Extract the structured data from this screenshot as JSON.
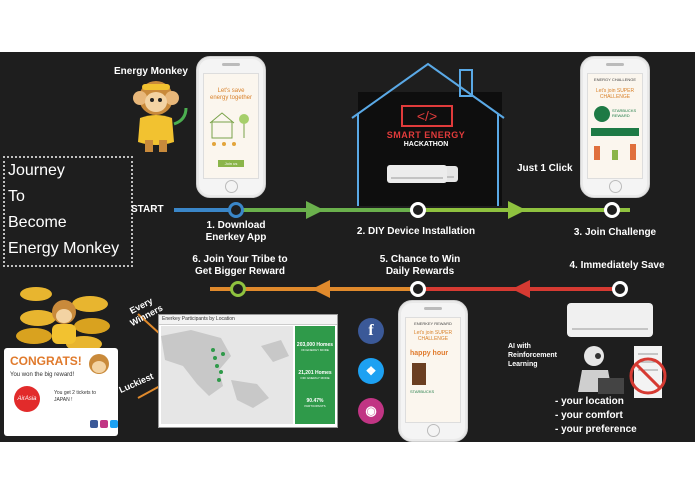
{
  "title": "Energy Monkey",
  "journey": [
    "Journey",
    "To",
    "Become",
    "Energy Monkey"
  ],
  "start_label": "START",
  "steps": [
    {
      "label": "1. Download\nEnerkey App"
    },
    {
      "label": "2. DIY Device Installation"
    },
    {
      "label": "3. Join Challenge"
    },
    {
      "label": "4. Immediately Save"
    },
    {
      "label": "5. Chance to Win\nDaily Rewards"
    },
    {
      "label": "6. Join Your Tribe to\nGet Bigger Reward"
    }
  ],
  "just_one_click": "Just 1 Click",
  "every_winners": "Every\nWinners",
  "luckiest": "Luckiest",
  "hackathon": {
    "line1": "SMART ENERGY",
    "line2": "HACKATHON"
  },
  "ai_label": "AI with\nReinforcement\nLearning",
  "preferences": [
    "- your location",
    "- your comfort",
    "- your preference"
  ],
  "phone1": {
    "headline": "Let's save energy together",
    "button": "Join us"
  },
  "phone2": {
    "header": "ENERGY CHALLENGE",
    "headline": "Let's join SUPER CHALLENGE",
    "brand": "STARBUCKS REWARD"
  },
  "phone3": {
    "header": "ENERKEY REWARD",
    "headline": "Let's join SUPER CHALLENGE",
    "happy": "happy hour",
    "brand": "STARBUCKS"
  },
  "dashboard": {
    "title": "Enerkey Participants by Location",
    "stats": [
      {
        "value": "203,000 Homes",
        "desc": "ON ENERGY MODE"
      },
      {
        "value": "21,201 Homes",
        "desc": "OFF ENERGY MODE"
      },
      {
        "value": "90.47%",
        "desc": "PARTICIPANTS"
      }
    ]
  },
  "reward_card": {
    "congrats": "CONGRATS!",
    "subtitle": "You won the big reward!",
    "airline": "AirAsia",
    "message": "You get 2 tickets to JAPAN !"
  },
  "colors": {
    "background": "#1e1e1e",
    "path_blue": "#3a86c8",
    "path_green": "#6ab04c",
    "path_red": "#d63a32",
    "path_orange": "#e08a2c",
    "path_lime": "#8fc23f",
    "house_outline": "#5aa9e6",
    "dashboard_green": "#2f9a4a"
  }
}
